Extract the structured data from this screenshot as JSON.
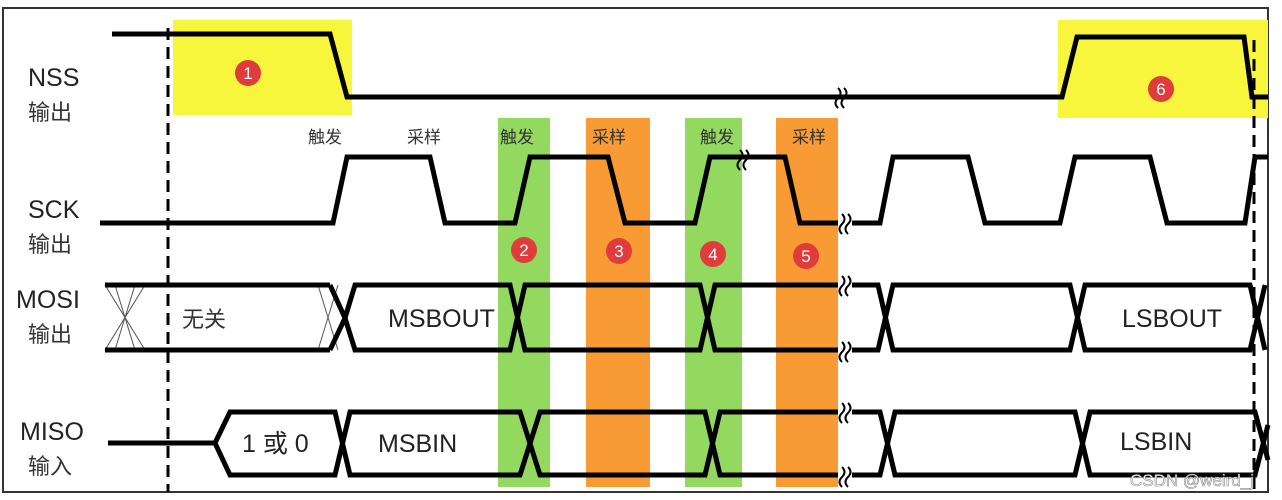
{
  "signals": [
    {
      "name": "NSS",
      "dir": "输出"
    },
    {
      "name": "SCK",
      "dir": "输出"
    },
    {
      "name": "MOSI",
      "dir": "输出"
    },
    {
      "name": "MISO",
      "dir": "输入"
    }
  ],
  "edge_labels": [
    "触发",
    "采样",
    "触发",
    "采样",
    "触发",
    "采样"
  ],
  "markers": [
    "1",
    "2",
    "3",
    "4",
    "5",
    "6"
  ],
  "mosi": {
    "dont_care": "无关",
    "first": "MSBOUT",
    "last": "LSBOUT"
  },
  "miso": {
    "initial": "1 或 0",
    "first": "MSBIN",
    "last": "LSBIN"
  },
  "watermark": "CSDN @weird_j",
  "colors": {
    "yellow": "#f7f53c",
    "green": "#93d95f",
    "orange": "#f99b34",
    "marker": "#e03c3c"
  }
}
